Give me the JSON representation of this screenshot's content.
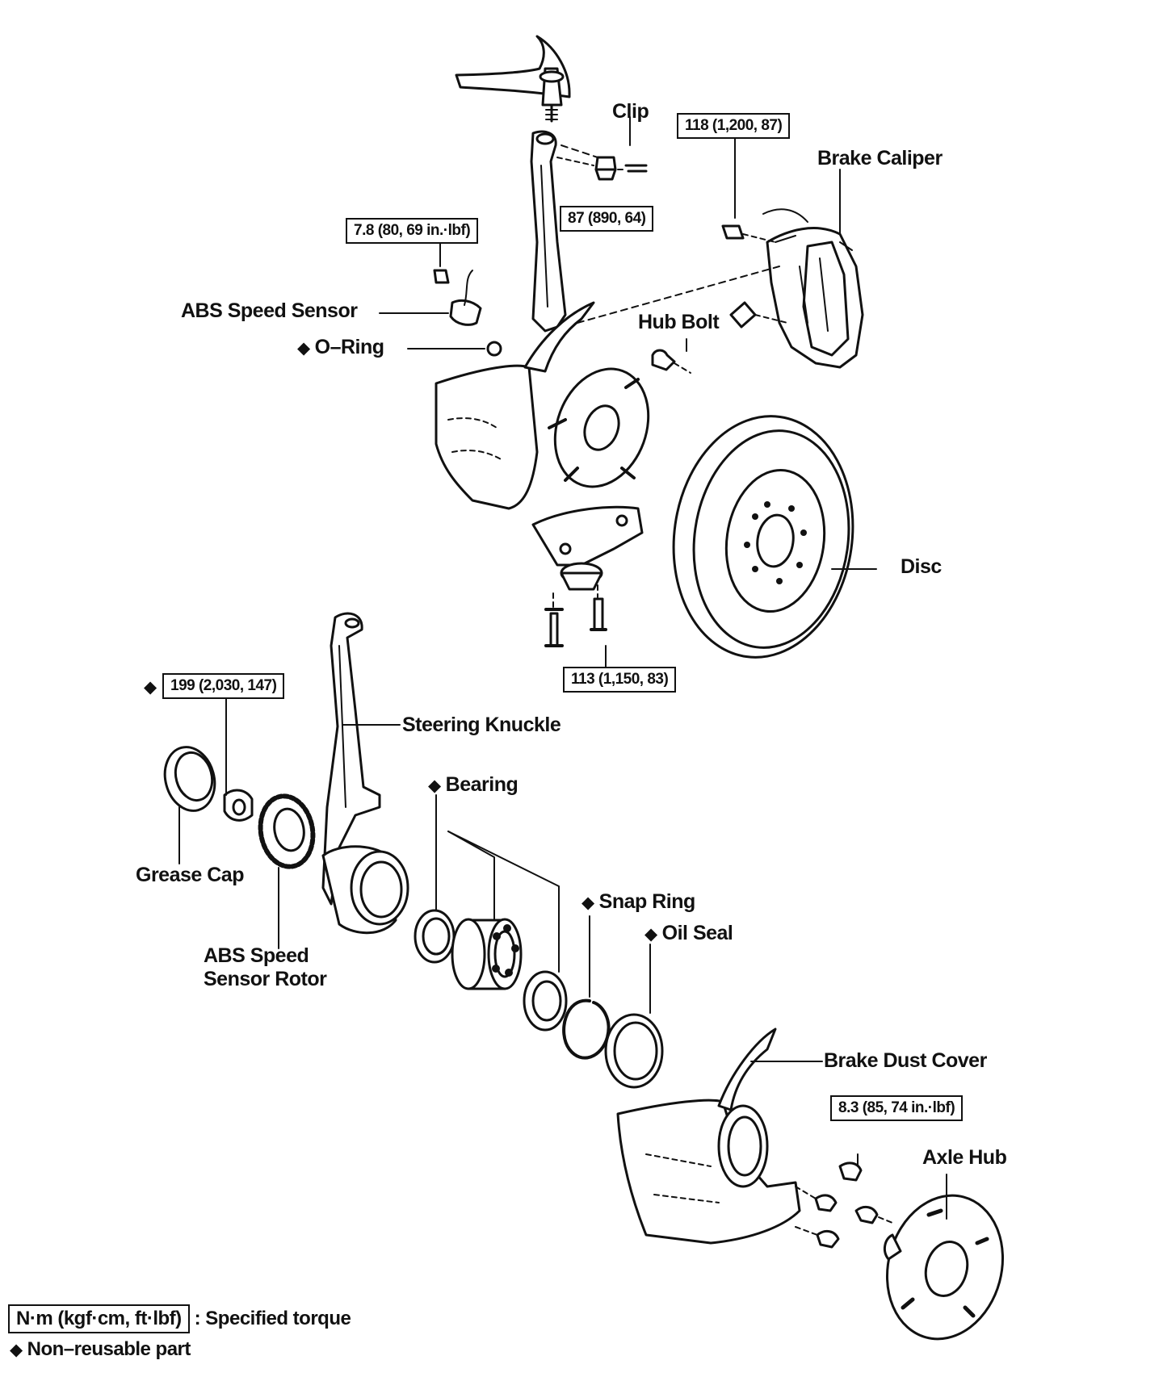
{
  "labels": {
    "clip": "Clip",
    "brake_caliper": "Brake Caliper",
    "abs_speed_sensor": "ABS Speed Sensor",
    "o_ring": "O–Ring",
    "hub_bolt": "Hub Bolt",
    "disc": "Disc",
    "steering_knuckle": "Steering Knuckle",
    "bearing": "Bearing",
    "grease_cap": "Grease Cap",
    "abs_speed_sensor_rotor_line1": "ABS Speed",
    "abs_speed_sensor_rotor_line2": "Sensor Rotor",
    "snap_ring": "Snap Ring",
    "oil_seal": "Oil Seal",
    "brake_dust_cover": "Brake Dust Cover",
    "axle_hub": "Axle Hub"
  },
  "torques": {
    "caliper_bolt": "118 (1,200, 87)",
    "ball_joint_nut": "87 (890, 64)",
    "abs_sensor_bolt": "7.8 (80, 69 in.·lbf)",
    "lower_arm_bolt": "113 (1,150, 83)",
    "axle_nut": "199 (2,030, 147)",
    "dust_cover_bolt": "8.3 (85, 74 in.·lbf)"
  },
  "legend": {
    "torque_unit": "N·m (kgf·cm, ft·lbf)",
    "torque_desc": ": Specified torque",
    "nonreusable_desc": "Non–reusable part"
  },
  "symbols": {
    "diamond": "◆"
  },
  "colors": {
    "ink": "#111111",
    "paper": "#ffffff",
    "shade": "#cfcfcf"
  },
  "icons": [
    "diamond-bullet-icon"
  ]
}
